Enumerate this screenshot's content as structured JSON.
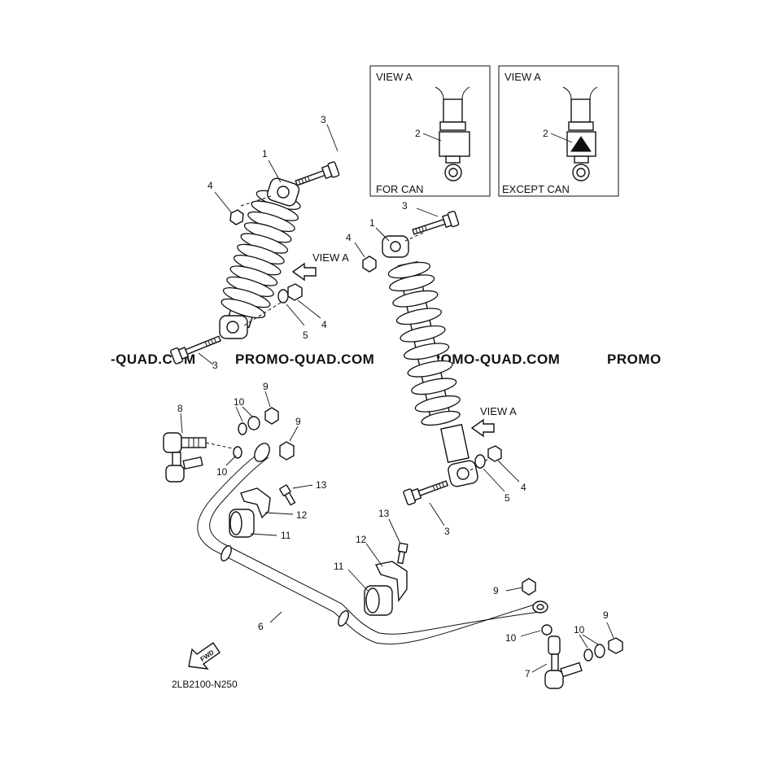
{
  "diagram_code": "2LB2100-N250",
  "watermarks": [
    "-QUAD.COM",
    "PROMO-QUAD.COM",
    "PROMO-QUAD.COM",
    "PROMO"
  ],
  "fwd_label": "FWD",
  "view_a_label": "VIEW A",
  "insets": [
    {
      "title": "VIEW A",
      "variant": "FOR CAN",
      "callout": "2"
    },
    {
      "title": "VIEW A",
      "variant": "EXCEPT CAN",
      "callout": "2"
    }
  ],
  "callouts": {
    "left_shock": {
      "c1": "1",
      "c3_top": "3",
      "c4_top": "4",
      "c4_bottom": "4",
      "c5": "5",
      "c3_bottom": "3"
    },
    "right_shock": {
      "c1": "1",
      "c3_top": "3",
      "c4_top": "4",
      "c4_bottom": "4",
      "c5": "5",
      "c3_bottom": "3"
    },
    "left_link": {
      "c8": "8",
      "c10_top": "10",
      "c10_bottom": "10",
      "c9_top": "9",
      "c9_bottom": "9"
    },
    "stabilizer": {
      "c6": "6",
      "c11_left": "11",
      "c11_right": "11",
      "c12_left": "12",
      "c12_right": "12",
      "c13_left": "13",
      "c13_right": "13"
    },
    "right_link": {
      "c7": "7",
      "c9_left": "9",
      "c10_left": "10",
      "c10_right": "10",
      "c9_right": "9"
    }
  }
}
